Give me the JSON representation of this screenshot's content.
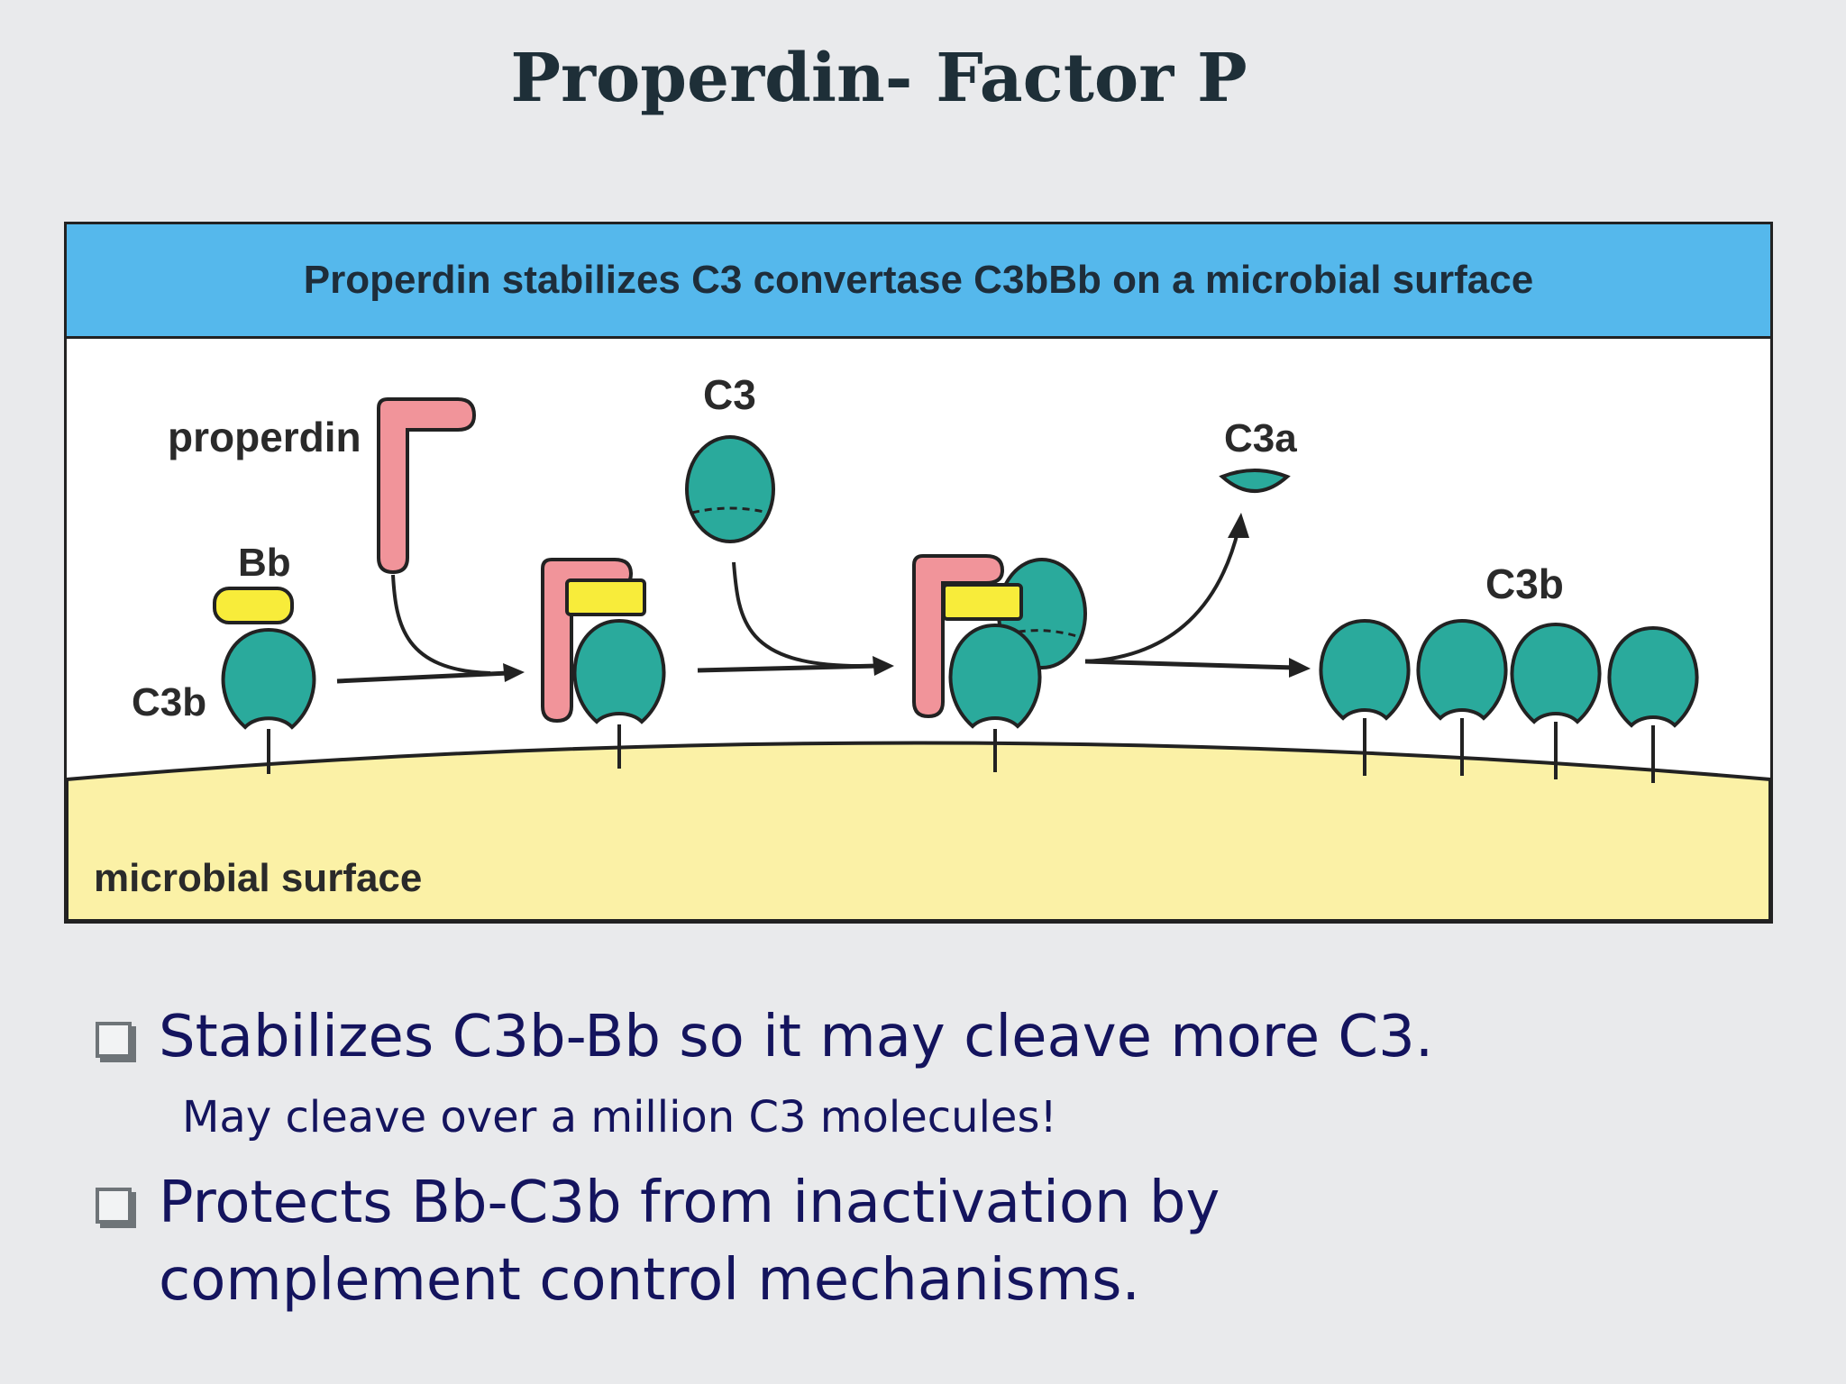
{
  "slide": {
    "title": "Properdin- Factor P"
  },
  "figure": {
    "header": "Properdin stabilizes C3 convertase C3bBb on a microbial surface",
    "labels": {
      "properdin": "properdin",
      "bb": "Bb",
      "c3b_left": "C3b",
      "c3": "C3",
      "c3a": "C3a",
      "c3b_right": "C3b",
      "surface": "microbial surface"
    },
    "colors": {
      "header": "#55b8ec",
      "surface": "#fbf1a6",
      "c3b": "#2aaa9c",
      "properdin": "#f1949a",
      "bb": "#f8ec3a"
    }
  },
  "bullets": [
    {
      "text": "Stabilizes C3b-Bb so it may cleave more C3.",
      "sub": "May cleave over a million C3 molecules!"
    },
    {
      "line1": "Protects Bb-C3b from inactivation by",
      "line2": "complement control mechanisms."
    }
  ]
}
